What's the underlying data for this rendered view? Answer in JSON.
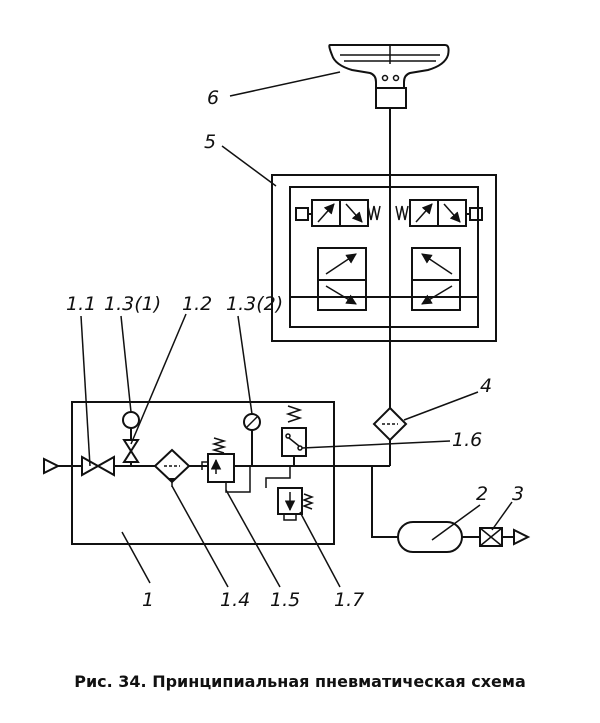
{
  "labels": {
    "l6": "6",
    "l5": "5",
    "l1_1": "1.1",
    "l1_3_1": "1.3(1)",
    "l1_2": "1.2",
    "l1_3_2": "1.3(2)",
    "l4": "4",
    "l1_6": "1.6",
    "l2": "2",
    "l3": "3",
    "l1": "1",
    "l1_4": "1.4",
    "l1_5": "1.5",
    "l1_7": "1.7"
  },
  "caption": "Рис. 34. Принципиальная пневматическая схема"
}
